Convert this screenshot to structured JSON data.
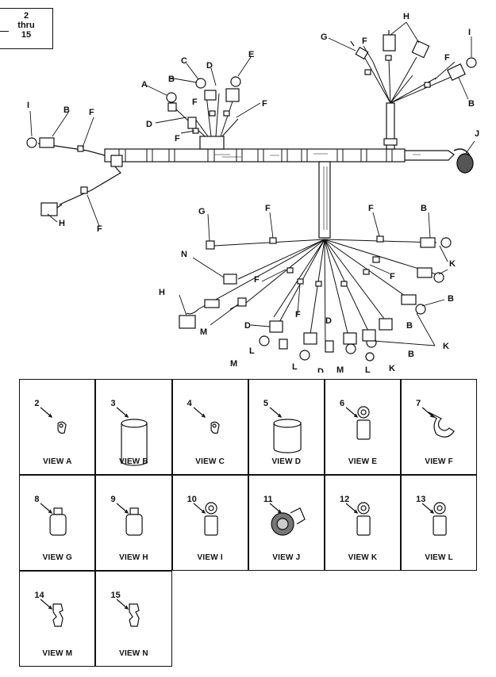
{
  "header_box": {
    "line1": "2",
    "line2": "thru",
    "line3": "15"
  },
  "harness_labels": {
    "A": "A",
    "B": "B",
    "C": "C",
    "D": "D",
    "E": "E",
    "F": "F",
    "G": "G",
    "H": "H",
    "I": "I",
    "J": "J",
    "K": "K",
    "L": "L",
    "M": "M",
    "N": "N"
  },
  "views": [
    {
      "number": "2",
      "caption": "VIEW A",
      "icon": "terminal-lug-icon"
    },
    {
      "number": "3",
      "caption": "VIEW B",
      "icon": "tube-sleeve-icon"
    },
    {
      "number": "4",
      "caption": "VIEW C",
      "icon": "terminal-lug-icon"
    },
    {
      "number": "5",
      "caption": "VIEW D",
      "icon": "short-sleeve-icon"
    },
    {
      "number": "6",
      "caption": "VIEW E",
      "icon": "ring-terminal-icon"
    },
    {
      "number": "7",
      "caption": "VIEW F",
      "icon": "clip-icon"
    },
    {
      "number": "8",
      "caption": "VIEW G",
      "icon": "plug-connector-icon"
    },
    {
      "number": "9",
      "caption": "VIEW H",
      "icon": "plug-connector-icon"
    },
    {
      "number": "10",
      "caption": "VIEW I",
      "icon": "ring-terminal-icon"
    },
    {
      "number": "11",
      "caption": "VIEW J",
      "icon": "elbow-connector-icon"
    },
    {
      "number": "12",
      "caption": "VIEW K",
      "icon": "ring-terminal-icon"
    },
    {
      "number": "13",
      "caption": "VIEW L",
      "icon": "ring-terminal-icon"
    },
    {
      "number": "14",
      "caption": "VIEW M",
      "icon": "spade-terminal-icon"
    },
    {
      "number": "15",
      "caption": "VIEW N",
      "icon": "spade-terminal-icon"
    }
  ]
}
